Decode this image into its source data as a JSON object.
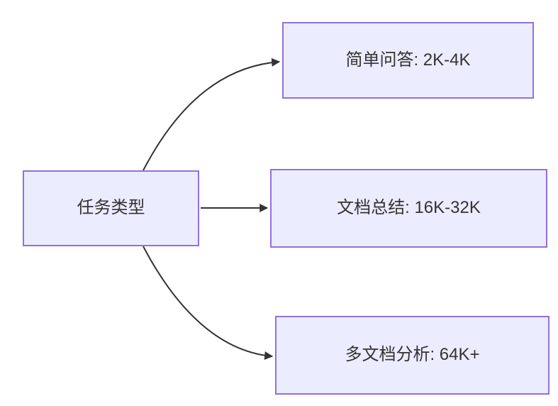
{
  "diagram": {
    "type": "flowchart",
    "direction": "left-to-right",
    "root": {
      "id": "task-type",
      "label": "任务类型"
    },
    "nodes": [
      {
        "id": "simple-qa",
        "label": "简单问答: 2K-4K"
      },
      {
        "id": "doc-summary",
        "label": "文档总结: 16K-32K"
      },
      {
        "id": "multi-doc",
        "label": "多文档分析: 64K+"
      }
    ],
    "edges": [
      {
        "from": "task-type",
        "to": "simple-qa",
        "style": "curved-up"
      },
      {
        "from": "task-type",
        "to": "doc-summary",
        "style": "straight"
      },
      {
        "from": "task-type",
        "to": "multi-doc",
        "style": "curved-down"
      }
    ],
    "colors": {
      "node_fill": "#ECECFF",
      "node_border": "#9370DB",
      "edge": "#333333",
      "text": "#333333",
      "background": "#FFFFFF"
    }
  }
}
